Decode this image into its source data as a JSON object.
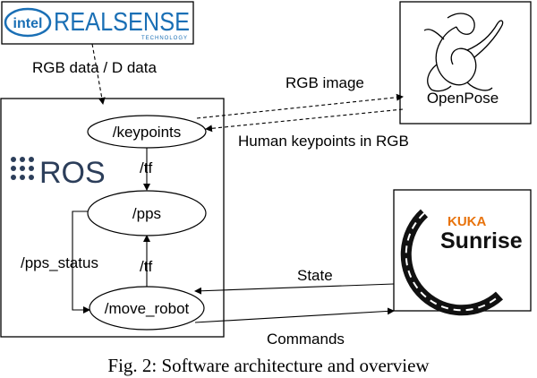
{
  "logos": {
    "intel_badge": "intel",
    "realsense_word": "REALSENSE",
    "realsense_sub": "TECHNOLOGY",
    "openpose_word": "OpenPose",
    "ros_word": "ROS",
    "kuka_word": "KUKA",
    "sunrise_word": "Sunrise"
  },
  "nodes": {
    "keypoints": "/keypoints",
    "pps": "/pps",
    "move_robot": "/move_robot"
  },
  "edges": {
    "rgb_d_data": "RGB data / D data",
    "rgb_image": "RGB image",
    "human_keypoints": "Human keypoints in RGB",
    "tf_top": "/tf",
    "tf_bottom": "/tf",
    "pps_status": "/pps_status",
    "state": "State",
    "commands": "Commands"
  },
  "caption": "Fig. 2: Software architecture and overview"
}
